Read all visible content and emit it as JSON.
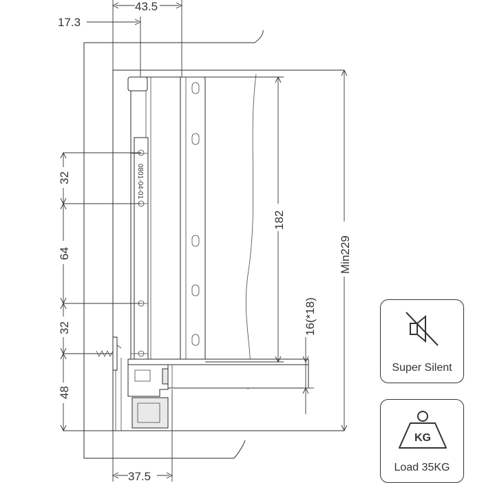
{
  "dimensions": {
    "top_width": "43.5",
    "top_offset": "17.3",
    "bottom_width": "37.5",
    "hole_spacing_1": "32",
    "hole_spacing_2": "64",
    "hole_spacing_3": "32",
    "bottom_clearance": "48",
    "height_inner": "182",
    "height_total": "Min229",
    "rail_height": "16(*18)"
  },
  "part_marking": "0801-04-01",
  "badges": [
    {
      "label": "Super Silent",
      "icon": "speaker-muted-icon"
    },
    {
      "label": "Load 35KG",
      "icon": "weight-icon",
      "icon_text": "KG"
    }
  ]
}
